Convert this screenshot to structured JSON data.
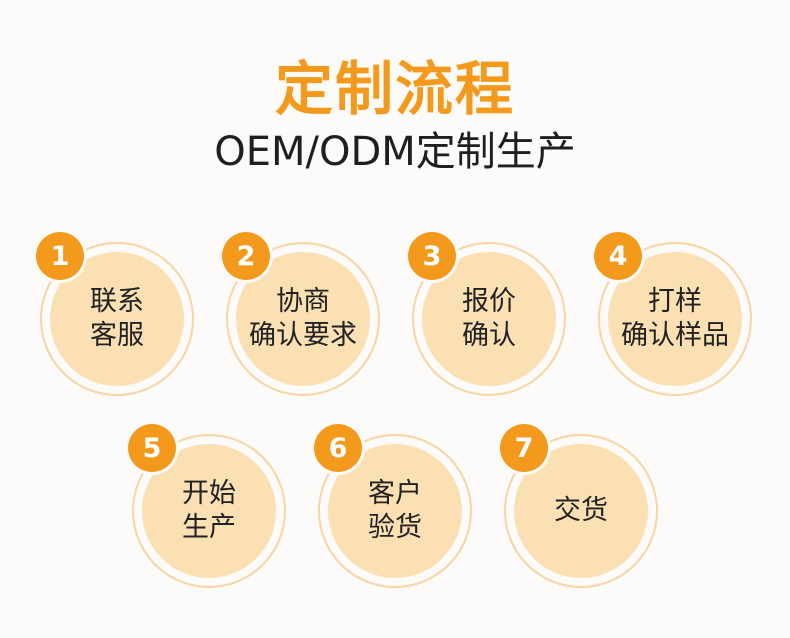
{
  "header": {
    "title": "定制流程",
    "subtitle": "OEM/ODM定制生产"
  },
  "steps": [
    {
      "number": "1",
      "line1": "联系",
      "line2": "客服"
    },
    {
      "number": "2",
      "line1": "协商",
      "line2": "确认要求"
    },
    {
      "number": "3",
      "line1": "报价",
      "line2": "确认"
    },
    {
      "number": "4",
      "line1": "打样",
      "line2": "确认样品"
    },
    {
      "number": "5",
      "line1": "开始",
      "line2": "生产"
    },
    {
      "number": "6",
      "line1": "客户",
      "line2": "验货"
    },
    {
      "number": "7",
      "line1": "交货",
      "line2": ""
    }
  ],
  "colors": {
    "accent": "#f39a1d",
    "circle_fill": "#fbe0b4",
    "background": "#fdfbf9"
  }
}
